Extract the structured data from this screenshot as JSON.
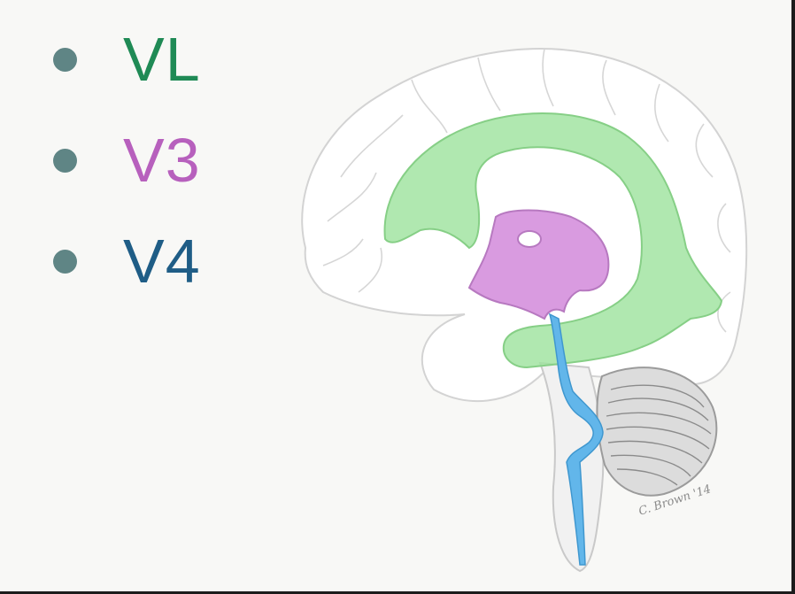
{
  "legend": {
    "items": [
      {
        "label": "VL",
        "color": "#1f8a55"
      },
      {
        "label": "V3",
        "color": "#b760bd"
      },
      {
        "label": "V4",
        "color": "#1f5d86"
      }
    ],
    "bullet_color": "#5f8585"
  },
  "illustration": {
    "signature": "C. Brown '14",
    "colors": {
      "lateral_ventricle": "#9fe39f",
      "third_ventricle": "#d99be0",
      "fourth_ventricle": "#62b6ea",
      "outline": "#c9c9c9"
    }
  }
}
